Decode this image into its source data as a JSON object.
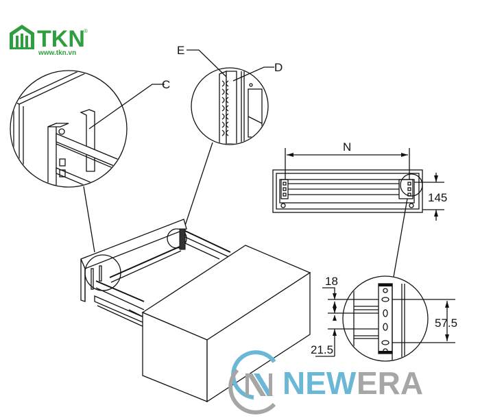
{
  "brand_top": {
    "name": "TKN",
    "registered": "®",
    "url": "www.tkn.vn",
    "color": "#2f9e3f"
  },
  "brand_bottom": {
    "part1": "NEW",
    "part2": "ERA",
    "color1": "#6bb7d6",
    "color2": "#a6a6a6"
  },
  "callouts": {
    "c": "C",
    "d": "D",
    "e": "E"
  },
  "dimensions": {
    "width_label": "N",
    "height_145": "145",
    "top_18": "18",
    "spacing_57_5": "57.5",
    "bottom_21_5": "21.5"
  }
}
